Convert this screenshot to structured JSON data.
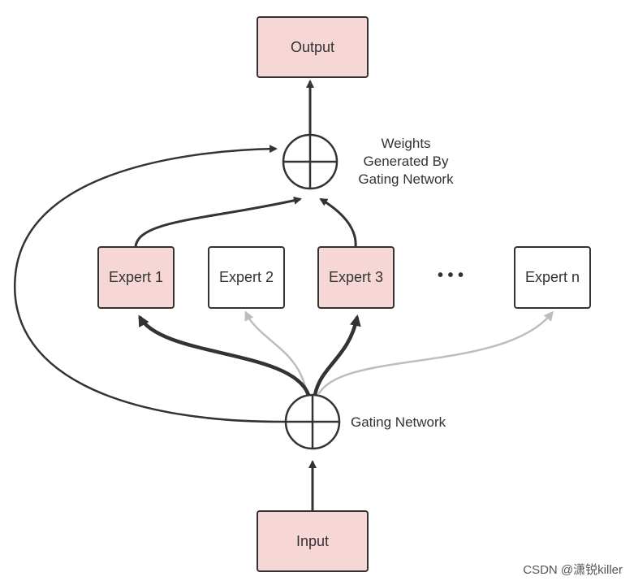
{
  "colors": {
    "stroke": "#333333",
    "highlight_fill": "#f7d6d6",
    "plain_fill": "#ffffff",
    "faded_arrow": "#bdbdbd"
  },
  "nodes": {
    "output": "Output",
    "input": "Input",
    "expert1": "Expert 1",
    "expert2": "Expert 2",
    "expert3": "Expert 3",
    "ellipsis": "• • •",
    "expertn": "Expert n"
  },
  "labels": {
    "weights_line1": "Weights",
    "weights_line2": "Generated By",
    "weights_line3": "Gating Network",
    "gating": "Gating Network"
  },
  "watermark": "CSDN @潇锐killer"
}
